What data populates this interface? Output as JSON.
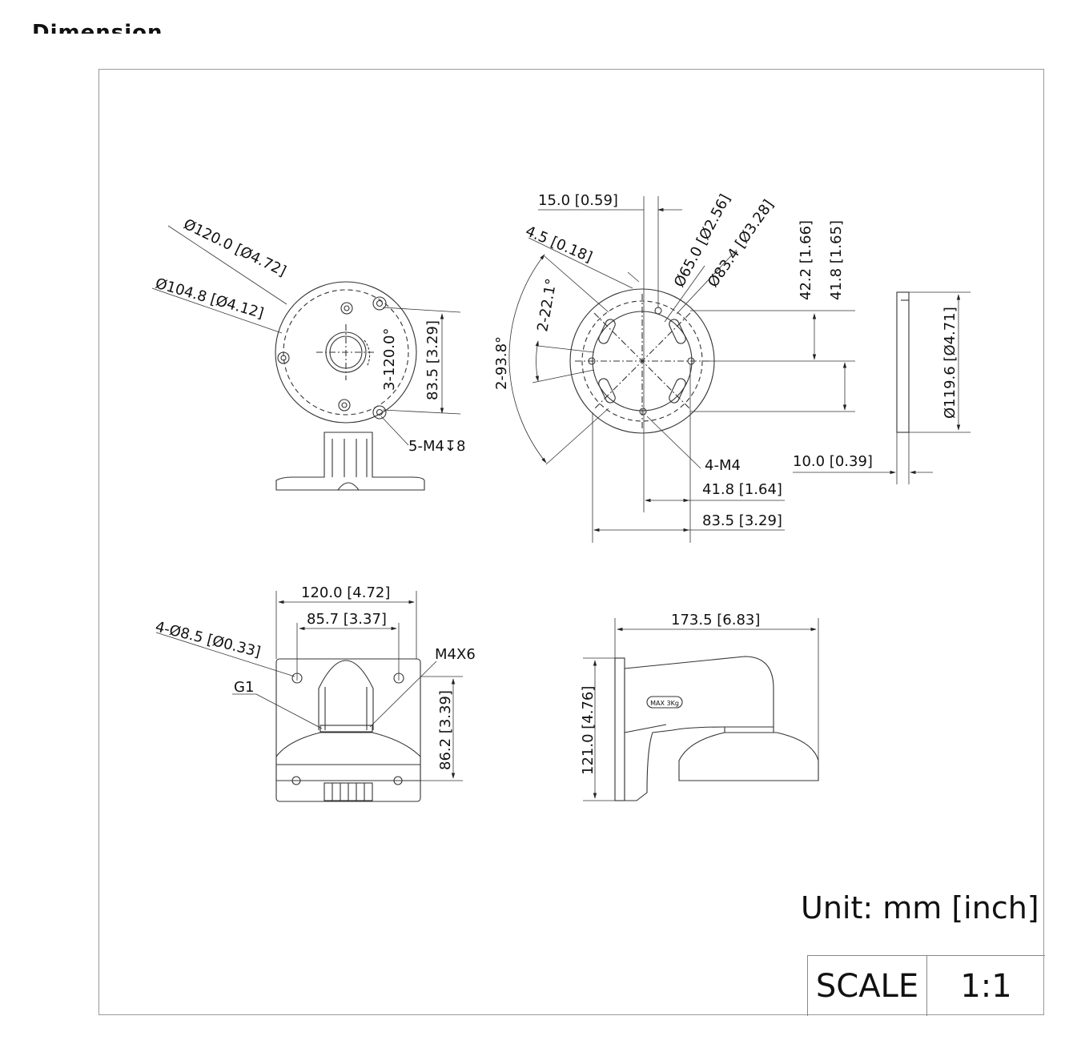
{
  "heading": "Dimension",
  "unit_label": "Unit: mm [inch]",
  "scale": {
    "label": "SCALE",
    "value": "1:1"
  },
  "dims": {
    "d120_0": "Ø120.0 [Ø4.72]",
    "d104_8": "Ø104.8 [Ø4.12]",
    "d83_5_v": "83.5 [3.29]",
    "a3_120": "3-120.0°",
    "m4_depth": "5-M4↧8",
    "d15_0": "15.0 [0.59]",
    "d4_5": "4.5 [0.18]",
    "d65_0": "Ø65.0 [Ø2.56]",
    "d83_4": "Ø83.4 [Ø3.28]",
    "d42_2": "42.2 [1.66]",
    "d41_8_v": "41.8 [1.65]",
    "a2_22_1": "2-22.1°",
    "a2_93_8": "2-93.8°",
    "m4_4": "4-M4",
    "d41_8_h": "41.8 [1.64]",
    "d83_5_h": "83.5 [3.29]",
    "d10_0": "10.0 [0.39]",
    "d119_6": "Ø119.6 [Ø4.71]",
    "d120_0_w": "120.0 [4.72]",
    "d85_7": "85.7 [3.37]",
    "d8_5": "4-Ø8.5 [Ø0.33]",
    "g1": "G1",
    "m4x6": "M4X6",
    "d86_2": "86.2 [3.39]",
    "d173_5": "173.5 [6.83]",
    "d121_0": "121.0 [4.76]",
    "max_label": "MAX 3Kg"
  }
}
